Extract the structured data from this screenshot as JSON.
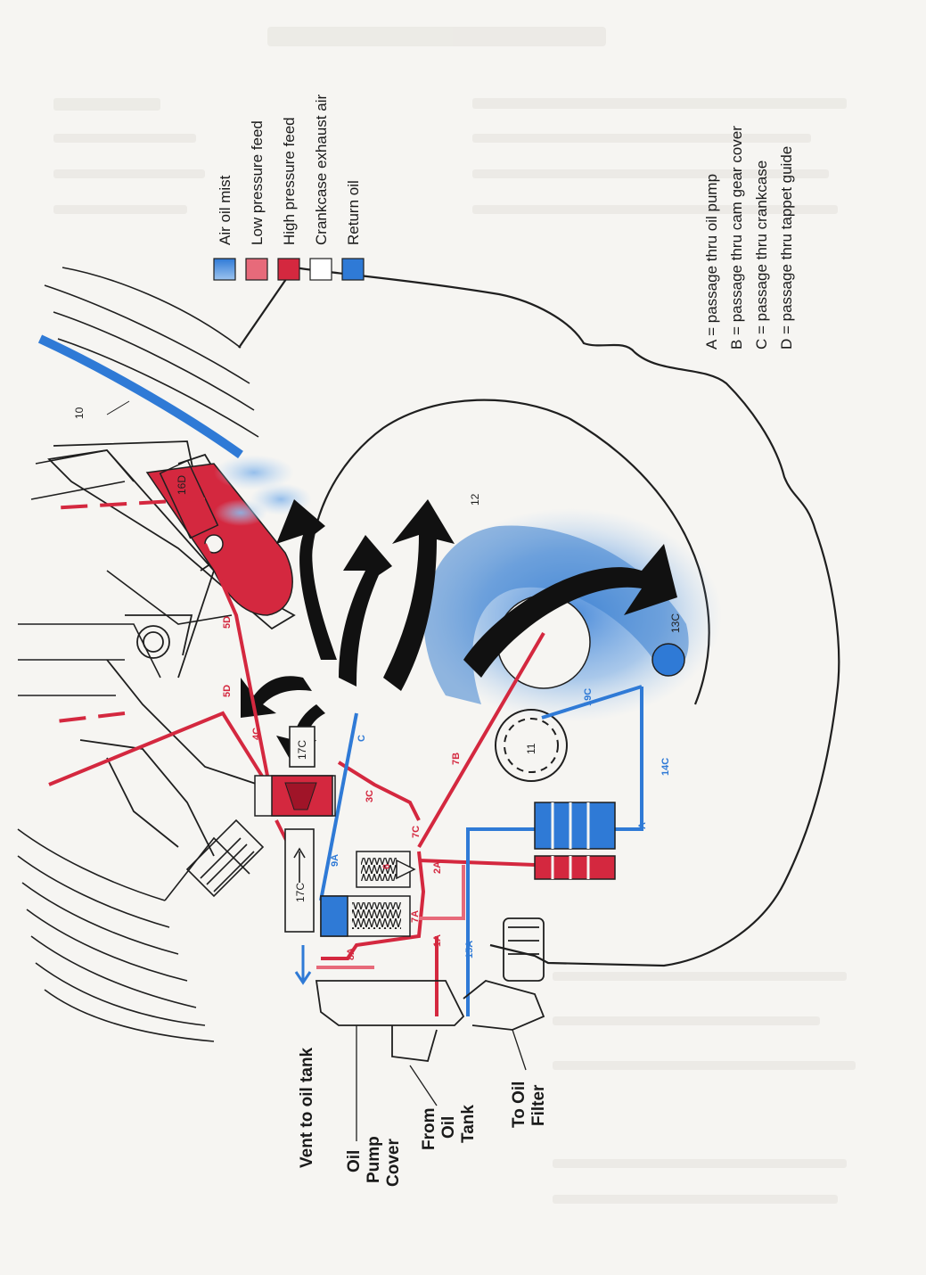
{
  "legend": {
    "items": [
      {
        "label": "Air oil mist",
        "color": "#3a7fd0",
        "kind": "mist"
      },
      {
        "label": "Low pressure feed",
        "color": "#e76a7a",
        "kind": "solid"
      },
      {
        "label": "High pressure feed",
        "color": "#d4283f",
        "kind": "solid"
      },
      {
        "label": "Crankcase exhaust air",
        "color": "#ffffff",
        "kind": "outline"
      },
      {
        "label": "Return oil",
        "color": "#2f7ad6",
        "kind": "solid"
      }
    ]
  },
  "passage_key": [
    "A = passage thru oil pump",
    "B = passage thru cam gear cover",
    "C = passage thru crankcase",
    "D = passage thru tappet guide"
  ],
  "callouts": {
    "vent": "Vent to oil tank",
    "pump_cover": [
      "Oil",
      "Pump",
      "Cover"
    ],
    "from_tank": [
      "From",
      "Oil",
      "Tank"
    ],
    "to_filter": [
      "To Oil",
      "Filter"
    ]
  },
  "part_labels": {
    "p10": "10",
    "p12": "12",
    "p11": "11",
    "p16D": "16D",
    "p13C": "13C",
    "p17C_top": "17C",
    "p17C_bottom": "17C"
  },
  "passage_labels": {
    "l5D_a": "5D",
    "l5D_b": "5D",
    "l4C": "4C",
    "l3C": "3C",
    "lC": "C",
    "l9A": "9A",
    "l7B": "7B",
    "l7C": "7C",
    "l2A": "2A",
    "l6": "6",
    "l7A": "7A",
    "l1A": "1A",
    "l8A": "8A",
    "l15A": "15A",
    "l19C": "19C",
    "l14C": "14C",
    "lA": "A"
  },
  "colors": {
    "high": "#d4283f",
    "low": "#e76a7a",
    "return": "#2f7ad6",
    "line": "#1f1f1f",
    "paper": "#f6f5f2"
  }
}
